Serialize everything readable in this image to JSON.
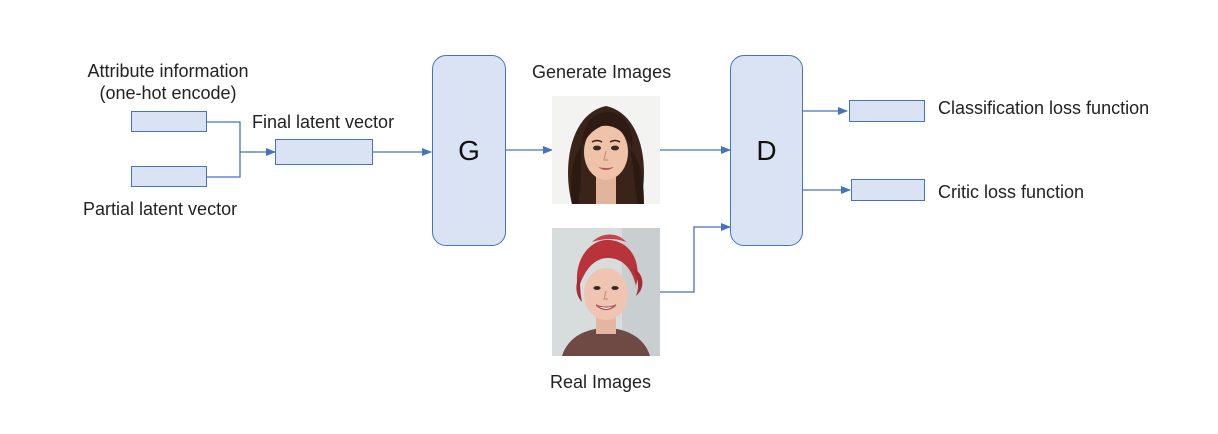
{
  "diagram": {
    "attr_label_line1": "Attribute information",
    "attr_label_line2": "(one-hot encode)",
    "partial_label": "Partial latent vector",
    "final_label": "Final latent vector",
    "generator_label": "G",
    "discriminator_label": "D",
    "generate_images_label": "Generate Images",
    "real_images_label": "Real Images",
    "classification_loss_label": "Classification loss function",
    "critic_loss_label": "Critic loss function"
  },
  "colors": {
    "box_fill": "#dae3f3",
    "box_stroke": "#4472c4",
    "arrow": "#4472c4"
  }
}
